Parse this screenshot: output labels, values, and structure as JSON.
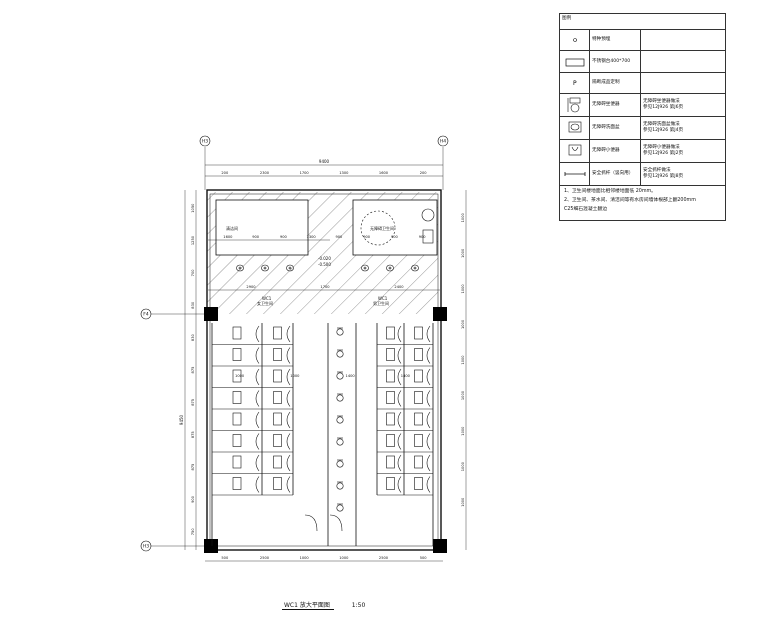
{
  "legend": {
    "header": "图例",
    "rows": [
      {
        "symbol": "circle-dot",
        "name": "特种预埋",
        "spec": [],
        "h": 20
      },
      {
        "symbol": "rectangle",
        "name": "不锈钢台400*700",
        "spec": [],
        "h": 21
      },
      {
        "symbol": "p-mark",
        "name": "隔断成品定制",
        "spec": [],
        "h": 20
      },
      {
        "symbol": "toilet",
        "name": "无障碍坐便器",
        "spec": [
          "无障碍坐便器做法",
          "参见12J926 第J6页"
        ],
        "h": 22
      },
      {
        "symbol": "basin",
        "name": "无障碍洗面盆",
        "spec": [
          "无障碍洗面盆做法",
          "参见12J926 第J4页"
        ],
        "h": 22
      },
      {
        "symbol": "urinal",
        "name": "无障碍小便器",
        "spec": [
          "无障碍小便器做法",
          "参见12J926 第J2页"
        ],
        "h": 22
      },
      {
        "symbol": "grab-bar",
        "name": "安全抓杆（竖向用）",
        "spec": [
          "安全抓杆做法",
          "参见12J926 第J8页"
        ],
        "h": 22
      }
    ],
    "notes": [
      "1、卫生间楼地面比相邻楼地面低 20mm。",
      "2、卫生间、茶水间、清洁间等有水房间墙体根部上翻200mm",
      "   C25细石混凝土翻边"
    ]
  },
  "plan": {
    "title": "WC1 放大平面图",
    "scale": "1:50",
    "axes": {
      "top_left": "H3",
      "top_right": "H4",
      "left_mid": "F4",
      "left_bottom": "H3"
    },
    "dims_top_total": "9400",
    "dims_top": [
      "200",
      "2300",
      "1700",
      "1300",
      "1600",
      "200"
    ],
    "dims_top_inner": [
      "1600",
      "900",
      "900",
      "1300",
      "900",
      "900",
      "900",
      "900"
    ],
    "dims_mid": [
      "2900",
      "1700",
      "2400"
    ],
    "dims_bottom": [
      "500",
      "2500",
      "1000",
      "1000",
      "2500",
      "500"
    ],
    "dims_left_total": "9450",
    "dims_left": [
      "1050",
      "1250",
      "700",
      "830",
      "830",
      "875",
      "875",
      "875",
      "875",
      "900",
      "750"
    ],
    "dims_right": [
      "1000",
      "1000",
      "1000",
      "1000",
      "1000",
      "1000",
      "1000",
      "1000",
      "1000"
    ],
    "stall_dims": [
      "1000",
      "1000",
      "1400",
      "1400"
    ],
    "room_labels": {
      "top_left": "清洁间",
      "top_right": "无障碍卫生间",
      "women": "WC1\n女卫生间",
      "men": "WC1\n男卫生间"
    },
    "levels": [
      "-0.020",
      "-0.500"
    ]
  }
}
